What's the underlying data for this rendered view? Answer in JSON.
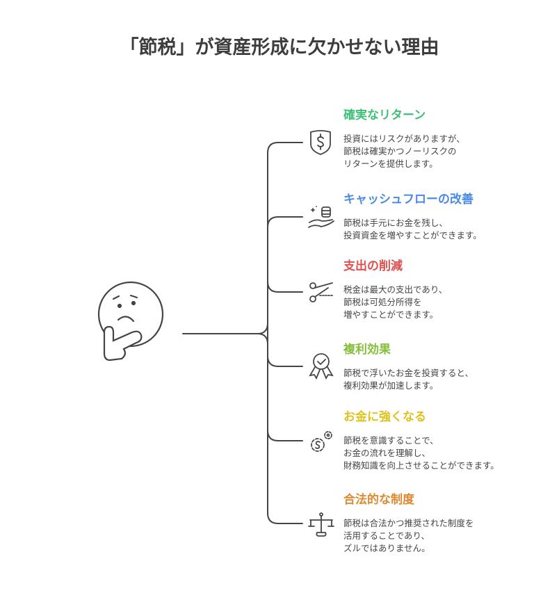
{
  "title": "「節税」が資産形成に欠かせない理由",
  "items": [
    {
      "heading": "確実なリターン",
      "color": "#3dbf78",
      "icon": "shield-dollar-icon",
      "lines": [
        "投資にはリスクがありますが、",
        "節税は確実かつノーリスクの",
        "リターンを提供します。"
      ]
    },
    {
      "heading": "キャッシュフローの改善",
      "color": "#4a8ae6",
      "icon": "hand-coins-icon",
      "lines": [
        "節税は手元にお金を残し、",
        "投資資金を増やすことができます。"
      ]
    },
    {
      "heading": "支出の削減",
      "color": "#e2504f",
      "icon": "scissors-icon",
      "lines": [
        "税金は最大の支出であり、",
        "節税は可処分所得を",
        "増やすことができます。"
      ]
    },
    {
      "heading": "複利効果",
      "color": "#86bf3c",
      "icon": "award-badge-icon",
      "lines": [
        "節税で浮いたお金を投資すると、",
        "複利効果が加速します。"
      ]
    },
    {
      "heading": "お金に強くなる",
      "color": "#e0c21c",
      "icon": "gears-dollar-icon",
      "lines": [
        "節税を意識することで、",
        "お金の流れを理解し、",
        "財務知識を向上させることができます。"
      ]
    },
    {
      "heading": "合法的な制度",
      "color": "#e08a30",
      "icon": "scales-icon",
      "lines": [
        "節税は合法かつ推奨された制度を",
        "活用することであり、",
        "ズルではありません。"
      ]
    }
  ]
}
